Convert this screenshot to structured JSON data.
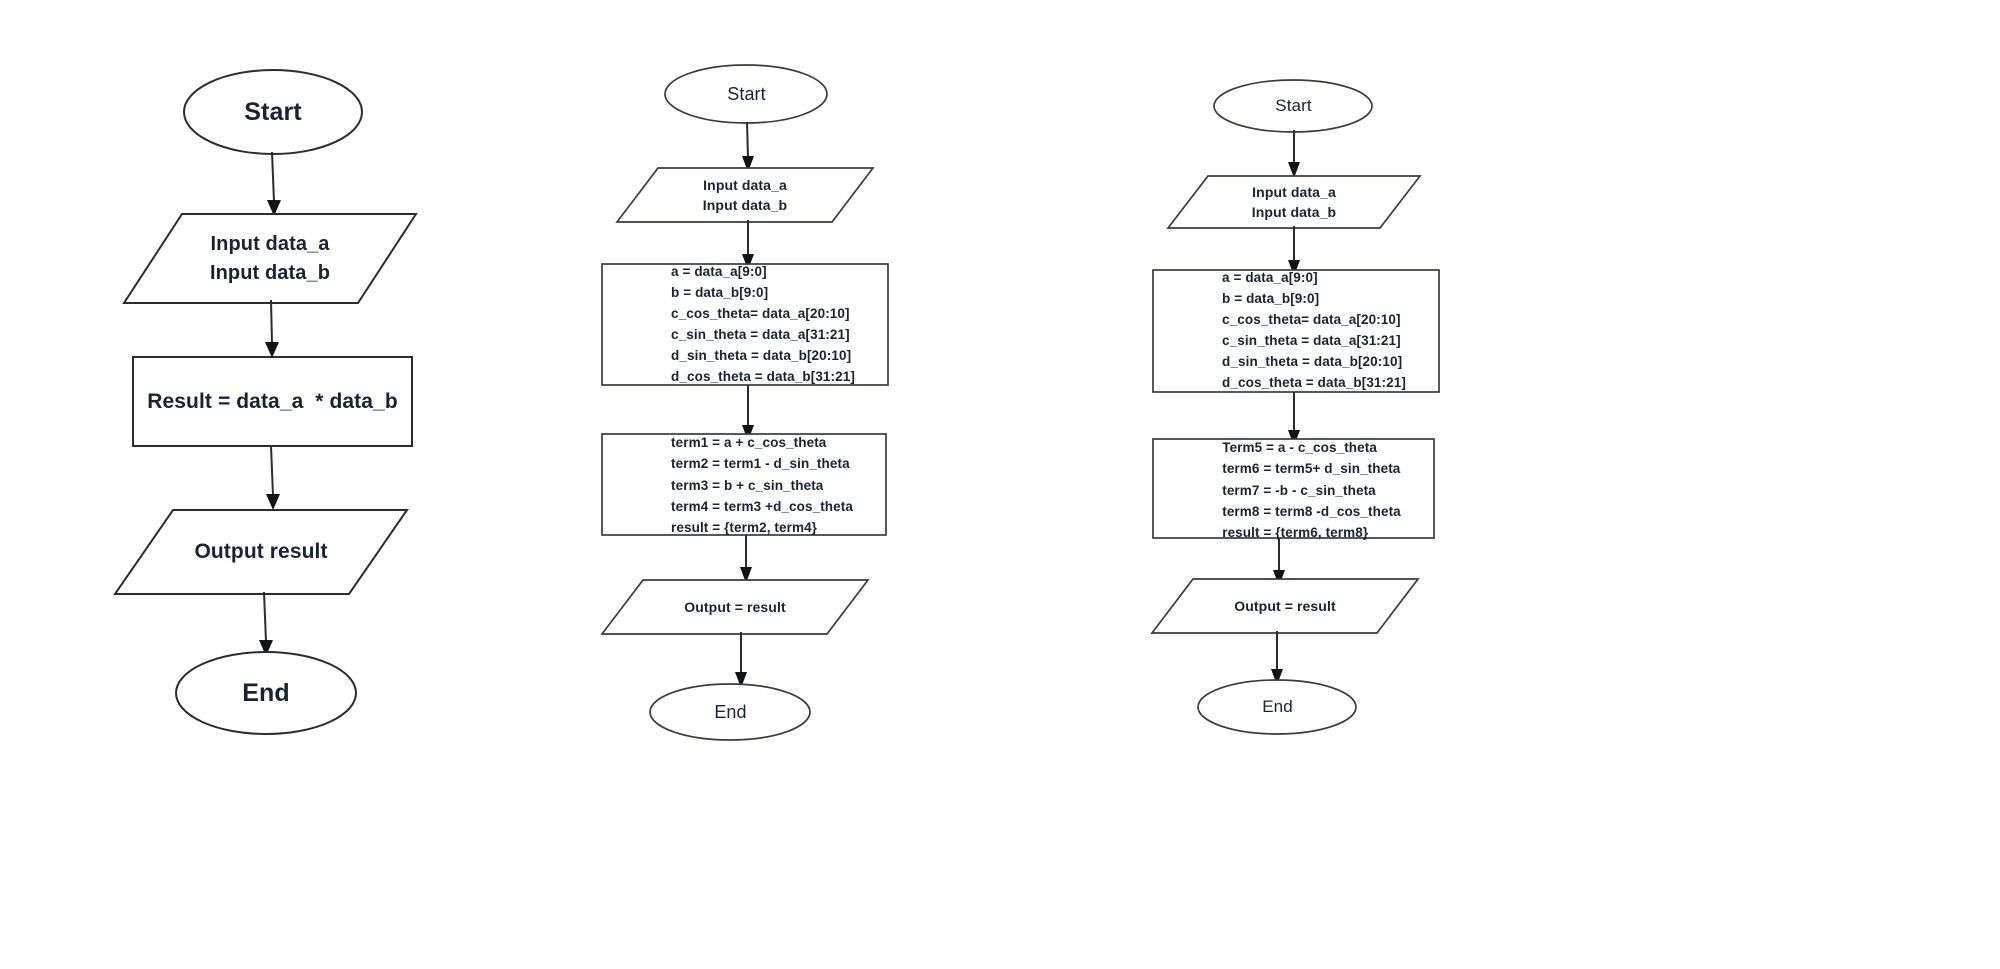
{
  "diagram": {
    "title": "Complex multiplier flowcharts",
    "background_color": "#ffffff",
    "stroke_color": "#2b2b33",
    "text_color": "#1b2236"
  },
  "columns": [
    {
      "id": "column-1",
      "name": "baseline-multiply-flow",
      "nodes": {
        "start": {
          "label": "Start",
          "shape": "ellipse"
        },
        "input": {
          "shape": "parallelogram",
          "lines": [
            "Input data_a",
            "Input data_b"
          ]
        },
        "process": {
          "shape": "rectangle",
          "lines": [
            "Result = data_a  * data_b"
          ]
        },
        "output": {
          "shape": "parallelogram",
          "lines": [
            "Output result"
          ]
        },
        "end": {
          "label": "End",
          "shape": "ellipse"
        }
      }
    },
    {
      "id": "column-2",
      "name": "rotation-add-flow",
      "nodes": {
        "start": {
          "label": "Start",
          "shape": "ellipse"
        },
        "input": {
          "shape": "parallelogram",
          "lines": [
            "Input data_a",
            "Input data_b"
          ]
        },
        "assign": {
          "shape": "rectangle",
          "lines": [
            "a = data_a[9:0]",
            "b = data_b[9:0]",
            "c_cos_theta= data_a[20:10]",
            "c_sin_theta = data_a[31:21]",
            "d_sin_theta = data_b[20:10]",
            "d_cos_theta = data_b[31:21]"
          ]
        },
        "terms": {
          "shape": "rectangle",
          "lines": [
            "term1 = a + c_cos_theta",
            "term2 = term1 - d_sin_theta",
            "term3 = b + c_sin_theta",
            "term4 = term3 +d_cos_theta",
            "result = {term2, term4}"
          ]
        },
        "output": {
          "shape": "parallelogram",
          "lines": [
            "Output = result"
          ]
        },
        "end": {
          "label": "End",
          "shape": "ellipse"
        }
      }
    },
    {
      "id": "column-3",
      "name": "rotation-subtract-flow",
      "nodes": {
        "start": {
          "label": "Start",
          "shape": "ellipse"
        },
        "input": {
          "shape": "parallelogram",
          "lines": [
            "Input data_a",
            "Input data_b"
          ]
        },
        "assign": {
          "shape": "rectangle",
          "lines": [
            "a = data_a[9:0]",
            "b = data_b[9:0]",
            "c_cos_theta= data_a[20:10]",
            "c_sin_theta = data_a[31:21]",
            "d_sin_theta = data_b[20:10]",
            "d_cos_theta = data_b[31:21]"
          ]
        },
        "terms": {
          "shape": "rectangle",
          "lines": [
            "Term5 = a - c_cos_theta",
            "term6 = term5+ d_sin_theta",
            "term7 = -b - c_sin_theta",
            "term8 = term8 -d_cos_theta",
            "result = {term6, term8}"
          ]
        },
        "output": {
          "shape": "parallelogram",
          "lines": [
            "Output = result"
          ]
        },
        "end": {
          "label": "End",
          "shape": "ellipse"
        }
      }
    }
  ]
}
